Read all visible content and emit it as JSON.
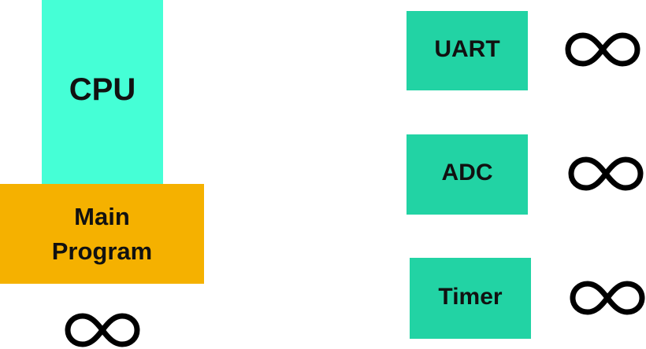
{
  "colors": {
    "cpu": "#45ffd6",
    "main_program": "#f5b100",
    "peripheral": "#22d3a4",
    "loop_stroke": "#000000",
    "text": "#111111"
  },
  "blocks": {
    "cpu": {
      "label": "CPU"
    },
    "main_program": {
      "label": "Main\nProgram"
    },
    "uart": {
      "label": "UART"
    },
    "adc": {
      "label": "ADC"
    },
    "timer": {
      "label": "Timer"
    }
  },
  "icons": {
    "loop": "infinity-icon"
  }
}
